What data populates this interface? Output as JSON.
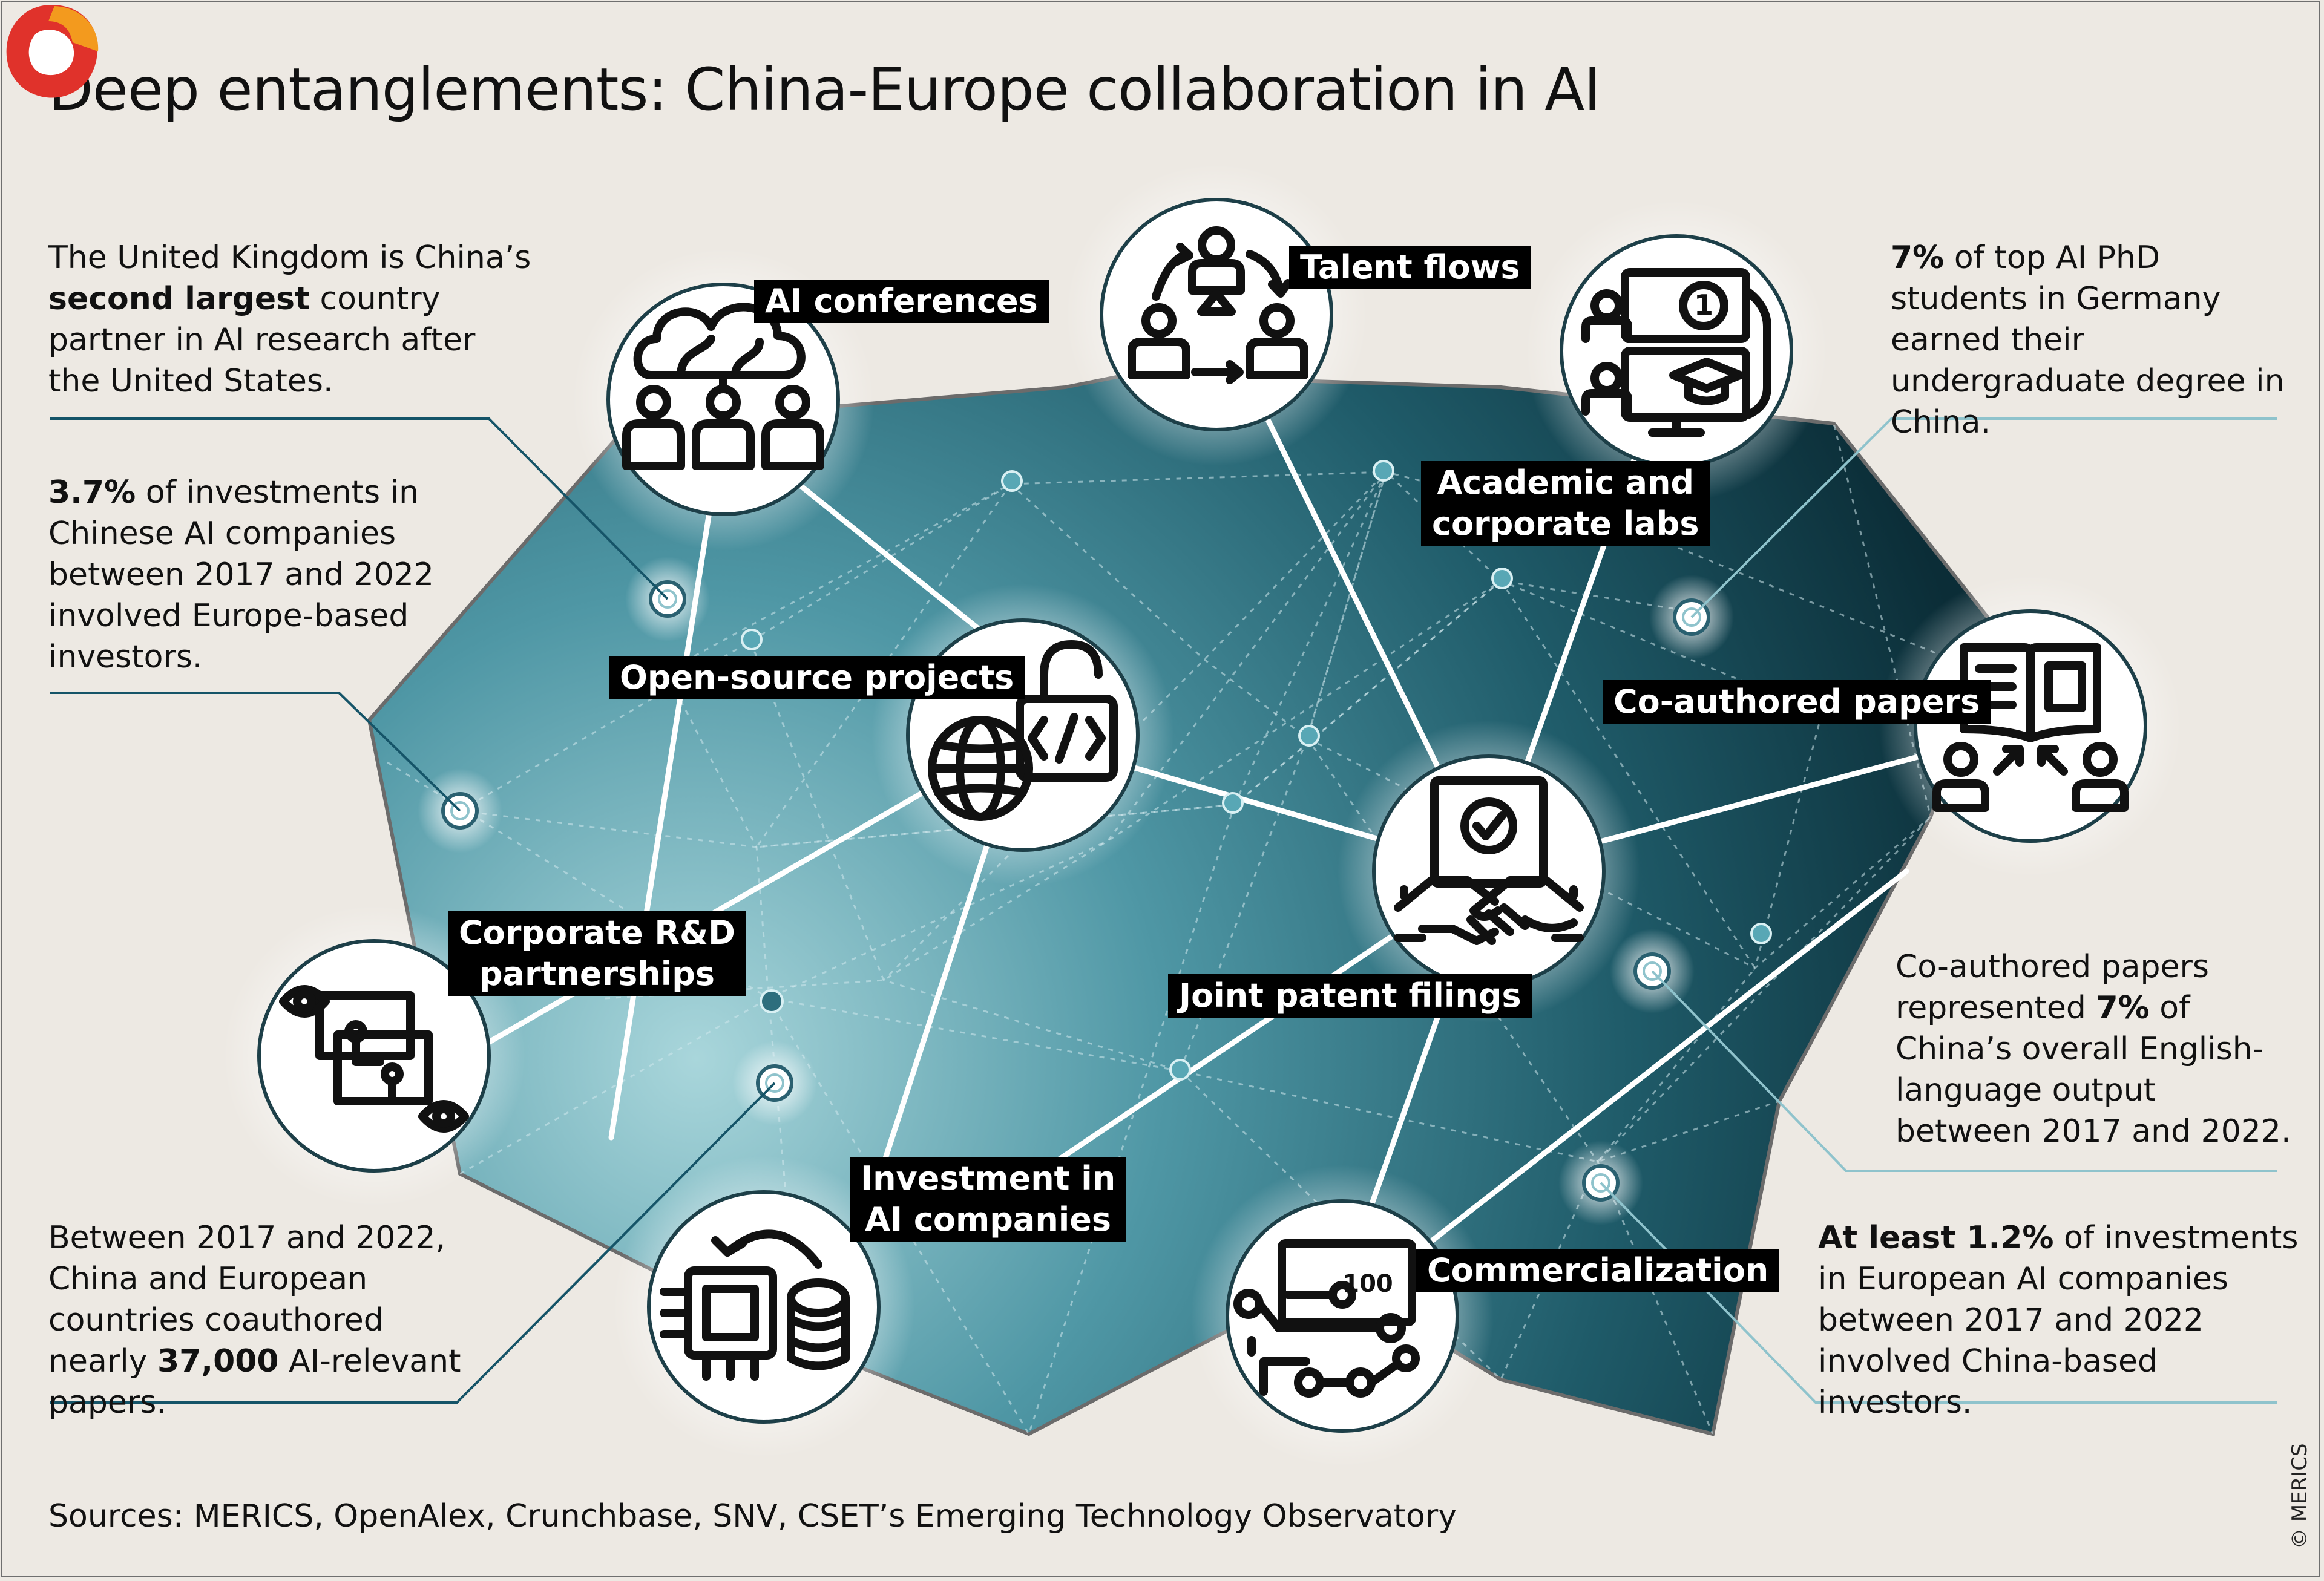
{
  "title": "Deep entanglements: China-Europe collaboration in AI",
  "nodes": {
    "ai_conferences": "AI conferences",
    "talent_flows": "Talent flows",
    "academic_labs_line1": "Academic and",
    "academic_labs_line2": "corporate labs",
    "open_source": "Open-source projects",
    "co_authored": "Co-authored papers",
    "corporate_rd_line1": "Corporate R&D",
    "corporate_rd_line2": "partnerships",
    "joint_patent": "Joint patent filings",
    "investment_line1": "Investment in",
    "investment_line2": "AI companies",
    "commercialization": "Commercialization"
  },
  "facts": {
    "uk": {
      "pre": "The United Kingdom is China’s ",
      "bold": "second largest",
      "post": " country partner in AI research after the United States."
    },
    "investments_cn": {
      "bold": "3.7%",
      "post": " of investments in Chinese AI companies between 2017 and 2022 involved Europe-based investors."
    },
    "papers": {
      "pre": "Between 2017 and 2022, China and European countries coauthored nearly ",
      "bold": "37,000",
      "post": " AI-relevant papers."
    },
    "phd": {
      "bold": "7%",
      "post": " of top AI PhD students in Germany earned their undergraduate degree in China."
    },
    "coauthored_share": {
      "pre": "Co-authored papers represented ",
      "bold": "7%",
      "post": " of China’s overall English-language output between 2017 and 2022."
    },
    "investments_eu": {
      "bold": "At least 1.2%",
      "post": " of investments in European AI companies between 2017 and 2022 involved China-based investors."
    }
  },
  "icon_text": {
    "coin": "1",
    "hundred": "100"
  },
  "sources": "Sources: MERICS, OpenAlex, Crunchbase, SNV, CSET’s Emerging Technology Observatory",
  "copyright": "© MERICS",
  "colors": {
    "teal_dark": "#0e3e4a",
    "teal_mid": "#2b7080",
    "teal_light": "#7dbdc7",
    "background": "#ede9e3",
    "tag": "#000000",
    "logo_red": "#e0322b",
    "logo_orange": "#f39a1e"
  }
}
